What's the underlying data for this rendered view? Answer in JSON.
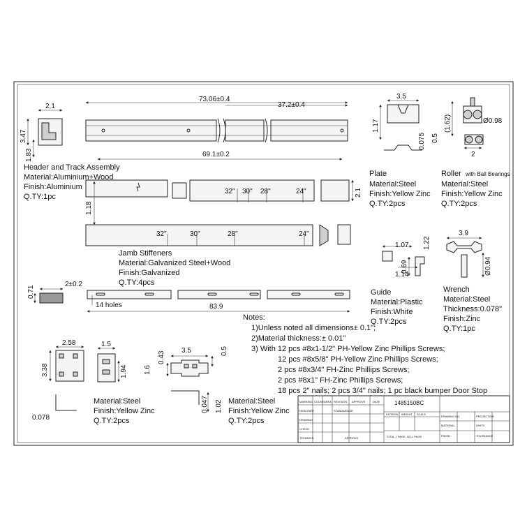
{
  "header_track": {
    "dims": {
      "total_len": "73.06±0.4",
      "half_len": "37.2±0.4",
      "inner_len": "69.1±0.2",
      "w": "2.1",
      "h": "3.47",
      "h2": "1.83"
    },
    "title": "Header and Track Assembly",
    "material": "Material:Aluminium+Wood",
    "finish": "Finish:Aluminium",
    "qty": "Q.TY:1pc"
  },
  "plate": {
    "dims": {
      "w": "3.5",
      "h": "1.17",
      "t": "0.075",
      "h2": "0.5"
    },
    "title": "Plate",
    "material": "Material:Steel",
    "finish": "Finish:Yellow Zinc",
    "qty": "Q.TY:2pcs"
  },
  "roller": {
    "dims": {
      "h": "(1.62)",
      "dia": "Ø0.98",
      "w": "2"
    },
    "title": "Roller",
    "note": "with Ball Bearings",
    "material": "Material:Steel",
    "finish": "Finish:Yellow Zinc",
    "qty": "Q.TY:2pcs"
  },
  "jamb": {
    "marks_top": [
      "32\"",
      "30\"",
      "28\"",
      "24\""
    ],
    "marks_bottom": [
      "32\"",
      "30\"",
      "28\"",
      "24\""
    ],
    "dims": {
      "h_left": "1.18",
      "h_right": "2.1"
    },
    "title": "Jamb Stiffeners",
    "material": "Material:Galvanized Steel+Wood",
    "finish": "Finish:Galvanized",
    "qty": "Q.TY:4pcs"
  },
  "strip": {
    "dims": {
      "h": "0.71",
      "w": "2±0.2",
      "len": "83.9"
    },
    "holes": "14 holes"
  },
  "guide": {
    "dims": {
      "w": "1.07",
      "h": "1.22",
      "h2": "0.69",
      "w2": "1.14"
    },
    "title": "Guide",
    "material": "Material:Plastic",
    "finish": "Finish:White",
    "qty": "Q.TY:2pcs"
  },
  "wrench": {
    "dims": {
      "w": "3.9",
      "h": "Ø0.94"
    },
    "title": "Wrench",
    "material": "Material:Steel",
    "thickness": "Thickness:0.078\"",
    "finish": "Finish:Zinc",
    "qty": "Q.TY:1pc"
  },
  "notes": {
    "title": "Notes:",
    "lines": [
      "1)Unless noted all dimensions± 0.1\";",
      "2)Material thickness:± 0.01\"",
      "3) With 12 pcs #8x1-1/2\" PH-Yellow Zinc Phillips Screws;",
      "12 pcs #8x5/8\" PH-Yellow Zinc Phillips Screws;",
      "2 pcs #8x3/4\" FH-Zinc Phillips Screws;",
      "2 pcs #8x1\" FH-Zinc Phillips Screws;",
      "18 pcs 2\" nails; 2 pcs 3/4\" nails; 1 pc black bumper Door Stop"
    ]
  },
  "bracket_a": {
    "dims": {
      "w": "2.58",
      "w2": "1.5",
      "h": "3.38",
      "h2": "1.94",
      "t": "0.078"
    },
    "material": "Material:Steel",
    "finish": "Finish:Yellow Zinc",
    "qty": "Q.TY:2pcs"
  },
  "bracket_b": {
    "dims": {
      "w": "3.5",
      "h": "1.6",
      "h2": "0.43",
      "h3": "0.5",
      "t": "0.047",
      "h4": "1.02"
    },
    "material": "Material:Steel",
    "finish": "Finish:Yellow Zinc",
    "qty": "Q.TY:2pcs"
  },
  "title_block": {
    "drawing_no": "1485150BC",
    "row1": [
      "MARKING",
      "COUNT",
      "AREA",
      "REVISION",
      "APPROVE",
      "DATE"
    ],
    "row2": [
      "DESIGNER",
      "",
      "",
      "STANDARDIZE",
      "",
      ""
    ],
    "row3": [
      "DRAWING",
      "",
      "",
      "",
      "",
      ""
    ],
    "row4": [
      "CHECK",
      "",
      "",
      "",
      "",
      ""
    ],
    "row5": [
      "TECHNICS",
      "",
      "",
      "APPROVE",
      "",
      ""
    ],
    "mid_hdr": [
      "DIVISION",
      "WEIGHT",
      "SCALE"
    ],
    "pages": "TOTAL 1 PAGE; NO.1 PAGE",
    "right_labels": [
      "DRAWING NO.",
      "PROJECTION",
      "MATERIAL",
      "UNITS",
      "FINISH",
      "TOLERANCE"
    ]
  }
}
